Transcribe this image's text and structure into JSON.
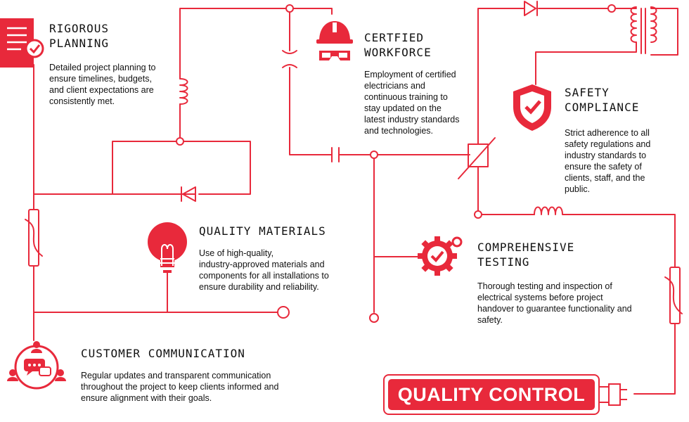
{
  "theme": {
    "accent": "#e8293b",
    "text": "#111111",
    "background": "#ffffff"
  },
  "sections": {
    "planning": {
      "title": "RIGOROUS\nPLANNING",
      "description": "Detailed project planning to\nensure timelines, budgets,\nand client expectations are\nconsistently met.",
      "icon": "checklist-icon"
    },
    "workforce": {
      "title": "CERTFIED\nWORKFORCE",
      "description": "Employment of certified\nelectricians and\ncontinuous training to\nstay updated on the\nlatest industry standards\nand technologies.",
      "icon": "hardhat-goggles-icon"
    },
    "safety": {
      "title": "SAFETY\nCOMPLIANCE",
      "description": "Strict adherence to all\nsafety regulations and\nindustry standards to\nensure the safety of\nclients, staff, and the\npublic.",
      "icon": "shield-check-icon"
    },
    "materials": {
      "title": "QUALITY MATERIALS",
      "description": "Use of high-quality,\nindustry-approved materials and\ncomponents for all installations to\nensure durability and reliability.",
      "icon": "lightbulb-icon"
    },
    "testing": {
      "title": "COMPREHENSIVE\nTESTING",
      "description": "Thorough testing and inspection of\nelectrical systems before project\nhandover to guarantee functionality and\nsafety.",
      "icon": "gear-check-icon"
    },
    "communication": {
      "title": "CUSTOMER COMMUNICATION",
      "description": "Regular updates and transparent communication\nthroughout the project to keep clients informed and\nensure alignment with their goals.",
      "icon": "team-chat-icon"
    }
  },
  "center": {
    "label": "QUALITY CONTROL",
    "icon": "plug-icon"
  }
}
